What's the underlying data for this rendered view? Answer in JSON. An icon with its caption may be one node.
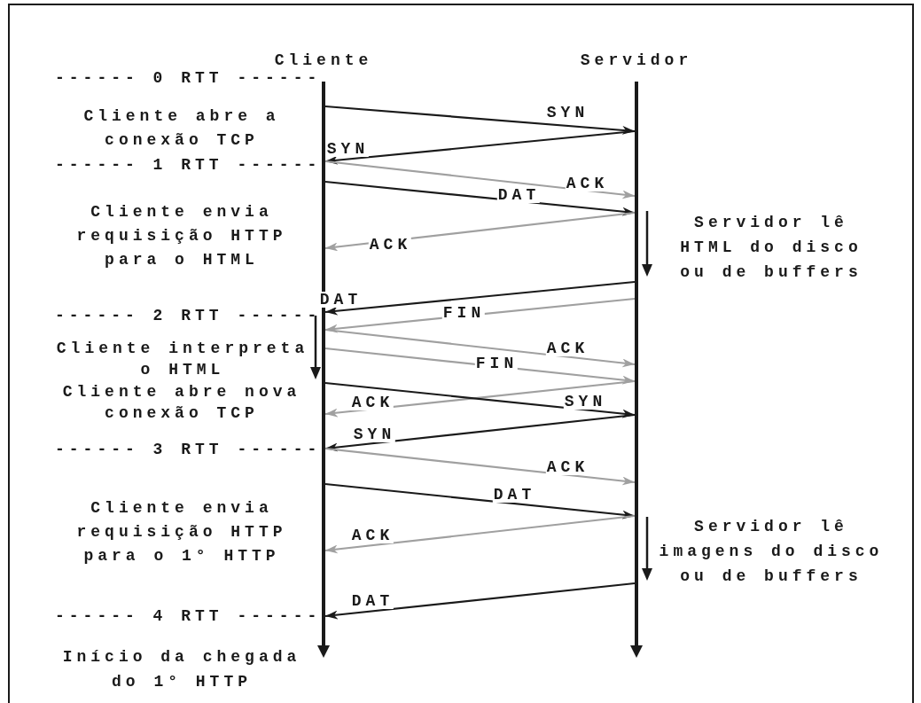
{
  "diagram": {
    "nodes": [
      {
        "text": [
          "Cliente"
        ]
      },
      {
        "text": [
          "Servidor"
        ]
      }
    ],
    "edges": [
      {
        "from": 0,
        "to": 1,
        "arrow": "to",
        "label": "SYN"
      },
      {
        "from": 1,
        "to": 0,
        "arrow": "to",
        "label": "SYN"
      },
      {
        "from": 0,
        "to": 1,
        "arrow": "to",
        "label": "ACK",
        "color": "#a0a0a0"
      },
      {
        "from": 0,
        "to": 1,
        "arrow": "to",
        "label": "DAT"
      },
      {
        "from": 1,
        "to": 0,
        "arrow": "to",
        "label": "ACK",
        "color": "#a0a0a0"
      },
      {
        "from": 1,
        "to": 0,
        "arrow": "to",
        "label": "DAT"
      },
      {
        "from": 1,
        "to": 0,
        "arrow": "to",
        "label": "FIN",
        "color": "#a0a0a0"
      },
      {
        "from": 0,
        "to": 1,
        "arrow": "to",
        "label": "ACK",
        "color": "#a0a0a0"
      },
      {
        "from": 0,
        "to": 1,
        "arrow": "to",
        "label": "FIN",
        "color": "#a0a0a0"
      },
      {
        "from": 1,
        "to": 0,
        "arrow": "to",
        "label": "ACK",
        "color": "#a0a0a0"
      },
      {
        "from": 0,
        "to": 1,
        "arrow": "to",
        "label": "SYN"
      },
      {
        "from": 1,
        "to": 0,
        "arrow": "to",
        "label": "SYN"
      },
      {
        "from": 0,
        "to": 1,
        "arrow": "to",
        "label": "ACK",
        "color": "#a0a0a0"
      },
      {
        "from": 0,
        "to": 1,
        "arrow": "to",
        "label": "DAT"
      },
      {
        "from": 1,
        "to": 0,
        "arrow": "to",
        "label": "ACK",
        "color": "#a0a0a0"
      },
      {
        "from": 1,
        "to": 0,
        "arrow": "to",
        "label": "DAT"
      }
    ],
    "labels": [
      "------ 0 RTT ------",
      "Cliente abre a conexão TCP",
      "------ 1 RTT ------",
      "Cliente envia requisição HTTP para o HTML",
      "Servidor lê HTML do disco ou de buffers",
      "------ 2 RTT ------",
      "Cliente interpreta o HTML",
      "Cliente abre nova conexão TCP",
      "------ 3 RTT ------",
      "Cliente envia requisição HTTP para o 1° HTTP",
      "Servidor lê imagens do disco ou de buffers",
      "------ 4 RTT ------",
      "Início da chegada do 1° HTTP"
    ]
  }
}
